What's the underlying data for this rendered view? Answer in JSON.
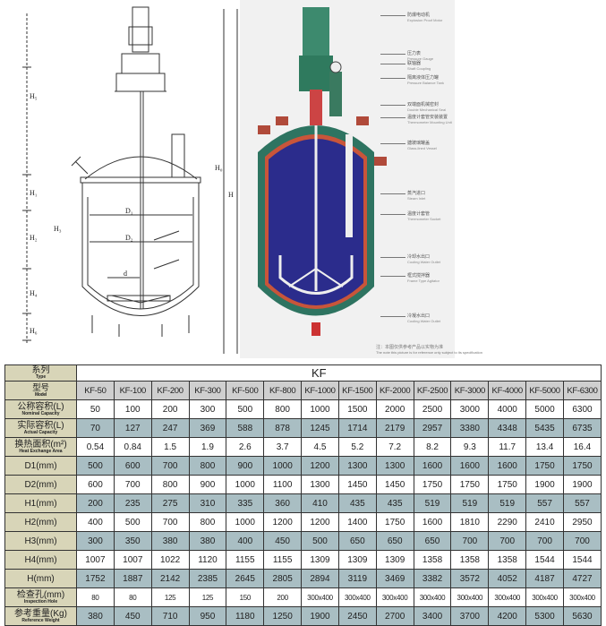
{
  "drawing": {
    "labels": {
      "H5": "H₅",
      "H1": "H₁",
      "H2": "H₂",
      "H3": "H₃",
      "H4": "H₄",
      "H6": "H₆",
      "D1": "D₁",
      "D2": "D₂",
      "d": "d",
      "H": "H",
      "H0": "H₀"
    }
  },
  "photo": {
    "labels": [
      {
        "cn": "防爆电动机",
        "en": "Explosion Proof Motor"
      },
      {
        "cn": "压力表",
        "en": "Pressure Gauge"
      },
      {
        "cn": "联轴器",
        "en": "Shaft Coupling"
      },
      {
        "cn": "隔离液体压力罐",
        "en": "Pressure Balance Tank"
      },
      {
        "cn": "双端面机械密封",
        "en": "Double Mechanical Seal"
      },
      {
        "cn": "温度计套管安装装置",
        "en": "Thermometer Mounting Unit"
      },
      {
        "cn": "搪玻璃罐盖",
        "en": "Glass-lined Vessel"
      },
      {
        "cn": "蒸汽进口",
        "en": "Steam Inlet"
      },
      {
        "cn": "温度计套管",
        "en": "Thermometer Socket"
      },
      {
        "cn": "冷却水出口",
        "en": "Cooling Water Outlet"
      },
      {
        "cn": "框式搅拌器",
        "en": "Frame Type Agitator"
      },
      {
        "cn": "冷凝水出口",
        "en": "Cooling Water Outlet"
      }
    ],
    "note_cn": "注：本图仅供参考产品以实物为准",
    "note_en": "The note this picture is for reference only subject to its specification"
  },
  "table": {
    "series_label": {
      "cn": "系列",
      "en": "Type"
    },
    "series_value": "KF",
    "model_label": {
      "cn": "型号",
      "en": "Model"
    },
    "models": [
      "KF-50",
      "KF-100",
      "KF-200",
      "KF-300",
      "KF-500",
      "KF-800",
      "KF-1000",
      "KF-1500",
      "KF-2000",
      "KF-2500",
      "KF-3000",
      "KF-4000",
      "KF-5000",
      "KF-6300"
    ],
    "rows": [
      {
        "cn": "公称容积(L)",
        "en": "Nominal Capacity",
        "values": [
          "50",
          "100",
          "200",
          "300",
          "500",
          "800",
          "1000",
          "1500",
          "2000",
          "2500",
          "3000",
          "4000",
          "5000",
          "6300"
        ]
      },
      {
        "cn": "实际容积(L)",
        "en": "Actual Capacity",
        "values": [
          "70",
          "127",
          "247",
          "369",
          "588",
          "878",
          "1245",
          "1714",
          "2179",
          "2957",
          "3380",
          "4348",
          "5435",
          "6735"
        ]
      },
      {
        "cn": "换热面积(m²)",
        "en": "Heat Exchange Area",
        "values": [
          "0.54",
          "0.84",
          "1.5",
          "1.9",
          "2.6",
          "3.7",
          "4.5",
          "5.2",
          "7.2",
          "8.2",
          "9.3",
          "11.7",
          "13.4",
          "16.4"
        ]
      },
      {
        "cn": "D1(mm)",
        "en": "",
        "values": [
          "500",
          "600",
          "700",
          "800",
          "900",
          "1000",
          "1200",
          "1300",
          "1300",
          "1600",
          "1600",
          "1600",
          "1750",
          "1750"
        ]
      },
      {
        "cn": "D2(mm)",
        "en": "",
        "values": [
          "600",
          "700",
          "800",
          "900",
          "1000",
          "1100",
          "1300",
          "1450",
          "1450",
          "1750",
          "1750",
          "1750",
          "1900",
          "1900"
        ]
      },
      {
        "cn": "H1(mm)",
        "en": "",
        "values": [
          "200",
          "235",
          "275",
          "310",
          "335",
          "360",
          "410",
          "435",
          "435",
          "519",
          "519",
          "519",
          "557",
          "557"
        ]
      },
      {
        "cn": "H2(mm)",
        "en": "",
        "values": [
          "400",
          "500",
          "700",
          "800",
          "1000",
          "1200",
          "1200",
          "1400",
          "1750",
          "1600",
          "1810",
          "2290",
          "2410",
          "2950"
        ]
      },
      {
        "cn": "H3(mm)",
        "en": "",
        "values": [
          "300",
          "350",
          "380",
          "380",
          "400",
          "450",
          "500",
          "650",
          "650",
          "650",
          "700",
          "700",
          "700",
          "700"
        ]
      },
      {
        "cn": "H4(mm)",
        "en": "",
        "values": [
          "1007",
          "1007",
          "1022",
          "1120",
          "1155",
          "1155",
          "1309",
          "1309",
          "1309",
          "1358",
          "1358",
          "1358",
          "1544",
          "1544"
        ]
      },
      {
        "cn": "H(mm)",
        "en": "",
        "values": [
          "1752",
          "1887",
          "2142",
          "2385",
          "2645",
          "2805",
          "2894",
          "3119",
          "3469",
          "3382",
          "3572",
          "4052",
          "4187",
          "4727"
        ]
      },
      {
        "cn": "检查孔(mm)",
        "en": "Inspection Hole",
        "values": [
          "80",
          "80",
          "125",
          "125",
          "150",
          "200",
          "300x400",
          "300x400",
          "300x400",
          "300x400",
          "300x400",
          "300x400",
          "300x400",
          "300x400"
        ]
      },
      {
        "cn": "参考重量(Kg)",
        "en": "Reference Weight",
        "values": [
          "380",
          "450",
          "710",
          "950",
          "1180",
          "1250",
          "1900",
          "2450",
          "2700",
          "3400",
          "3700",
          "4200",
          "5300",
          "5630"
        ]
      }
    ]
  }
}
